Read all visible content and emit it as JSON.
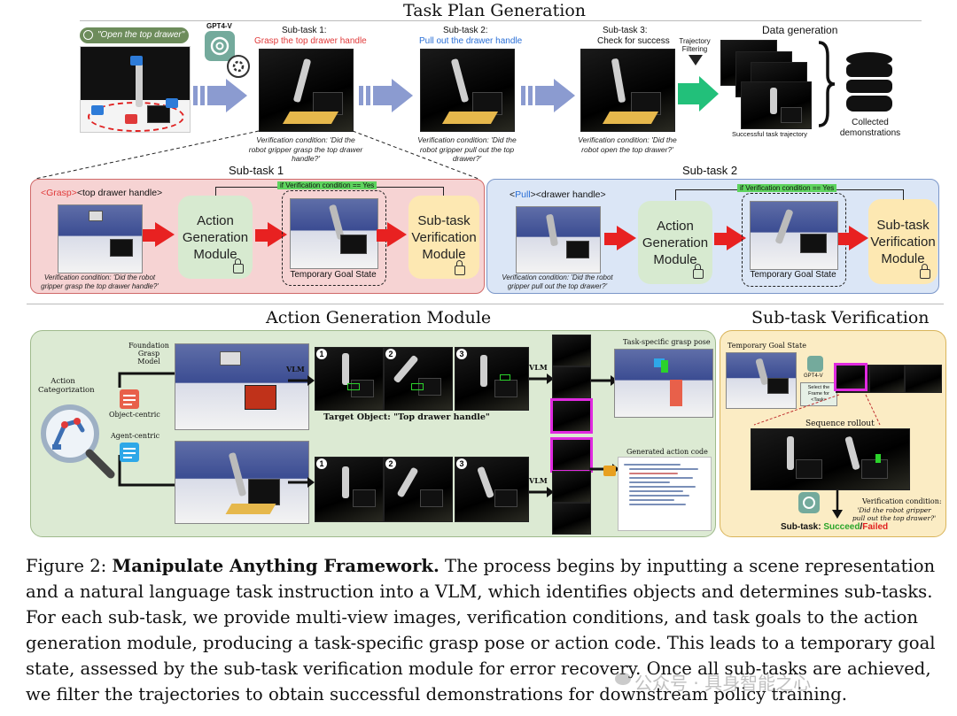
{
  "sections": {
    "task_plan": "Task Plan Generation",
    "data_generation": "Data generation",
    "subtask1_title": "Sub-task 1",
    "subtask2_title": "Sub-task 2",
    "action_gen": "Action Generation Module",
    "subtask_verif": "Sub-task Verification"
  },
  "top": {
    "instruction": "\"Open the top drawer\"",
    "gpt": "GPT4-V",
    "sub1_label": "Sub-task 1:",
    "sub1_desc": "Grasp the top drawer handle",
    "sub2_label": "Sub-task 2:",
    "sub2_desc": "Pull out the drawer handle",
    "sub3_label": "Sub-task 3:",
    "sub3_desc": "Check for success",
    "traj_filter": "Trajectory Filtering",
    "cond1": "Verification condition: 'Did the robot gripper grasp the top drawer handle?'",
    "cond2": "Verification condition: 'Did the robot gripper pull out the top drawer?'",
    "cond3": "Verification condition: 'Did the robot open the top drawer?'",
    "successful": "Successful task trajectory",
    "collected": "Collected demonstrations"
  },
  "sub1": {
    "tag_action": "<Grasp>",
    "tag_object": "<top drawer handle>",
    "verif_banner": "if Verification condition == Yes",
    "module1": "Action Generation Module",
    "temp_goal": "Temporary Goal State",
    "module2": "Sub-task Verification Module",
    "cond": "Verification condition: 'Did the robot gripper grasp the top drawer handle?'"
  },
  "sub2": {
    "tag_action": "Pull",
    "tag_object": "<drawer handle>",
    "verif_banner": "if Verification condition == Yes",
    "module1": "Action Generation Module",
    "temp_goal": "Temporary Goal State",
    "module2": "Sub-task Verification Module",
    "cond": "Verification condition: 'Did the robot gripper pull out the top drawer?'"
  },
  "agm": {
    "foundation": "Foundation Grasp Model",
    "action_cat": "Action Categorization",
    "object_centric": "Object-centric",
    "agent_centric": "Agent-centric",
    "vlm1": "VLM",
    "vlm2": "VLM",
    "vlm3": "VLM",
    "target": "Target Object: \"Top drawer handle\"",
    "task_grasp": "Task-specific grasp pose",
    "gen_code": "Generated action code",
    "nums": [
      "1",
      "2",
      "3"
    ]
  },
  "sv": {
    "temp_goal": "Temporary Goal State",
    "gpt": "GPT4-V",
    "select": "Select the Frame for <Task>",
    "rollout": "Sequence rollout",
    "vc_label": "Verification condition:",
    "vc_text": "'Did the robot gripper pull out the top drawer?'",
    "result_prefix": "Sub-task:",
    "succeed": "Succeed",
    "slash": "/",
    "failed": "Failed"
  },
  "caption": {
    "fig": "Figure 2:",
    "bold": "Manipulate Anything Framework.",
    "text": "The process begins by inputting a scene representation and a natural language task instruction into a VLM, which identifies objects and determines sub-tasks. For each sub-task, we provide multi-view images, verification conditions, and task goals to the action generation module, producing a task-specific grasp pose or action code. This leads to a temporary goal state, assessed by the sub-task verification module for error recovery. Once all sub-tasks are achieved, we filter the trajectories to obtain successful demonstrations for downstream policy training."
  },
  "watermark": "公众号 · 具身智能之心",
  "colors": {
    "red_arrow": "#e82121",
    "blue_arrow": "#8b9bd0",
    "green_arrow": "#22c07a",
    "sub1_bg": "#f6d3d3",
    "sub2_bg": "#dbe6f6",
    "agm_bg": "#dcead3",
    "sv_bg": "#fbecc4",
    "module_green": "#d7ead0",
    "module_yellow": "#fde8b2",
    "red_text": "#e03a3a",
    "blue_text": "#2a6fd6",
    "succeed": "#2aa52a",
    "failed": "#e02020",
    "magenta": "#e02ae0"
  }
}
